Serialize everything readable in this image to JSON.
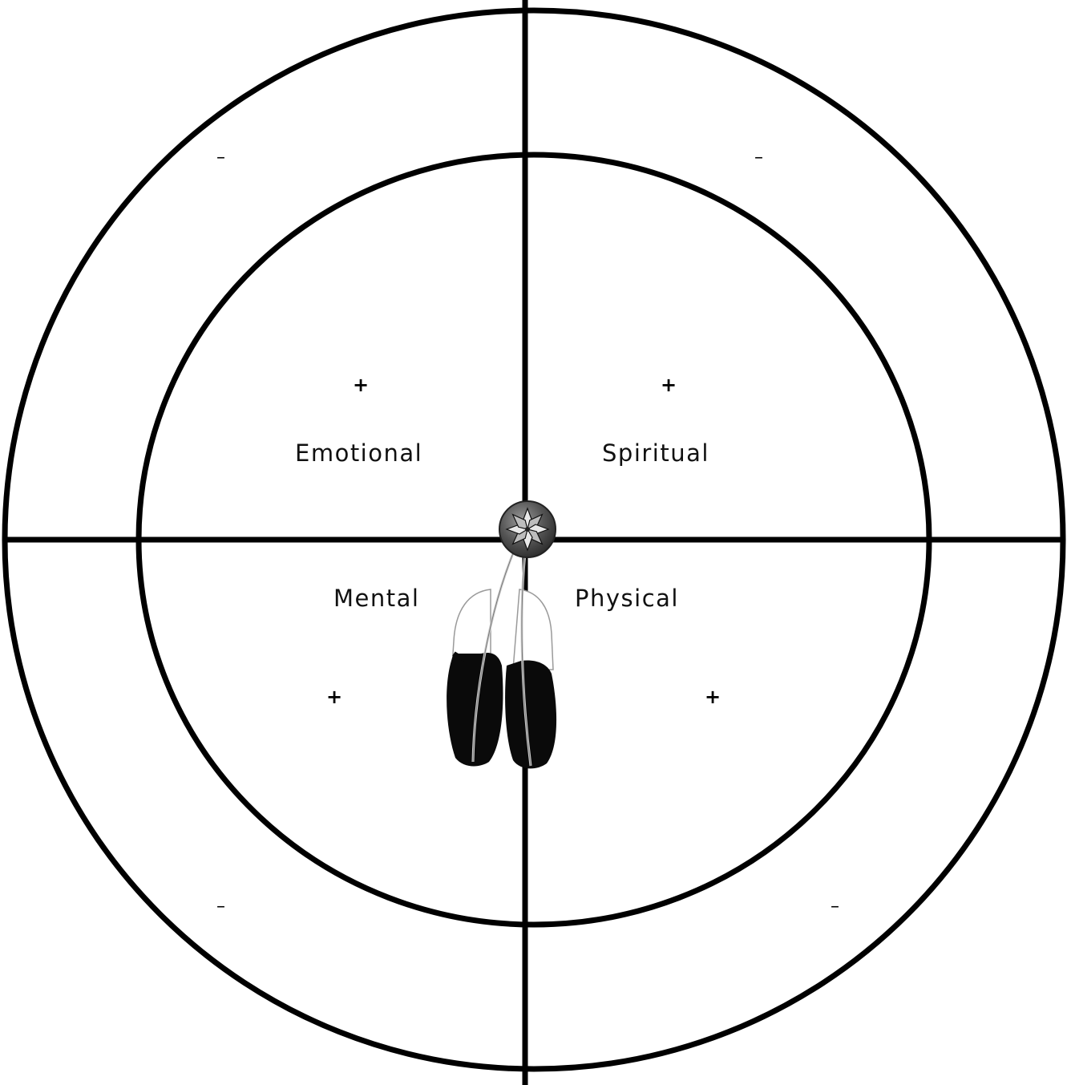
{
  "wheel": {
    "quadrants": {
      "top_left": {
        "label": "Emotional",
        "inner_sign": "+",
        "outer_sign": "–"
      },
      "top_right": {
        "label": "Spiritual",
        "inner_sign": "+",
        "outer_sign": "–"
      },
      "bottom_left": {
        "label": "Mental",
        "inner_sign": "+",
        "outer_sign": "–"
      },
      "bottom_right": {
        "label": "Physical",
        "inner_sign": "+",
        "outer_sign": "–"
      }
    },
    "center_emblem": {
      "icon": "eight-point-star-medallion-icon"
    },
    "feathers": {
      "icon": "eagle-feathers-icon",
      "count": 2
    },
    "colors": {
      "lines": "#000000",
      "background": "#ffffff",
      "medallion": "#4a4a4a",
      "feather_dark": "#0a0a0a",
      "feather_light": "#ffffff"
    }
  }
}
